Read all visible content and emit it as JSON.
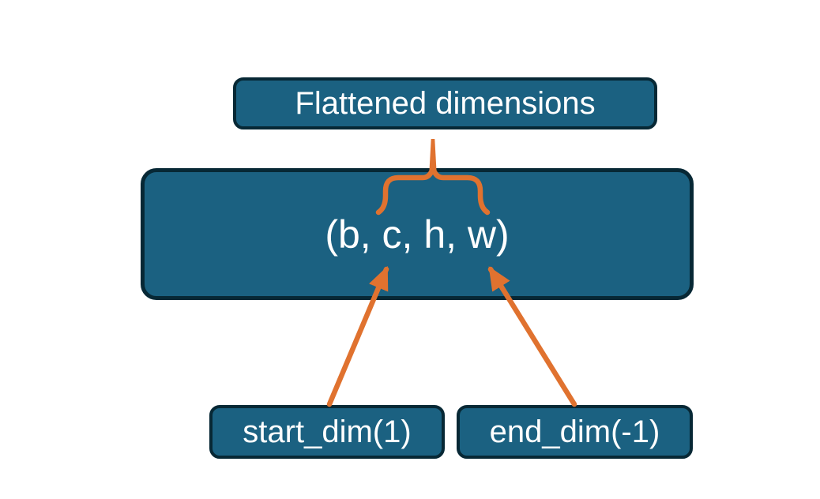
{
  "diagram": {
    "title": "Flatten dimensions diagram",
    "nodes": {
      "flattened": {
        "label": "Flattened dimensions"
      },
      "tensor": {
        "label": "(b, c, h, w)"
      },
      "start_dim": {
        "label": "start_dim(1)"
      },
      "end_dim": {
        "label": "end_dim(-1)"
      }
    }
  },
  "colors": {
    "node-fill": "#1b6181",
    "node-border": "#072835",
    "connector": "#e0722f",
    "node-text": "#ffffff"
  }
}
